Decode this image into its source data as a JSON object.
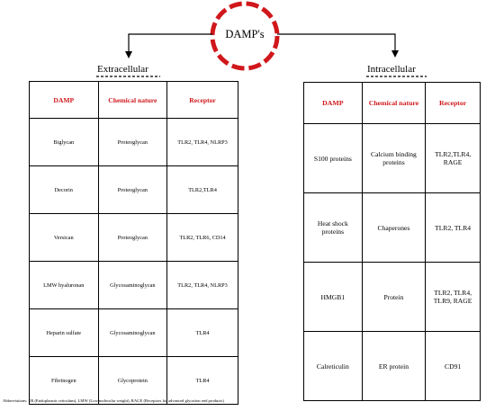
{
  "title": "DAMP's",
  "colors": {
    "accent": "#d0171b",
    "text": "#000000",
    "background": "#ffffff"
  },
  "extracellular": {
    "label": "Extracellular",
    "headers": [
      "DAMP",
      "Chemical nature",
      "Receptor"
    ],
    "rows": [
      [
        "Biglycan",
        "Proteoglycan",
        "TLR2, TLR4, NLRP3"
      ],
      [
        "Decorin",
        "Proteoglycan",
        "TLR2,TLR4"
      ],
      [
        "Versican",
        "Proteoglycan",
        "TLR2, TLR6, CD14"
      ],
      [
        "LMW hyaluronan",
        "Glycosaminoglycan",
        "TLR2, TLR4, NLRP3"
      ],
      [
        "Heparin sulfate",
        "Glycosaminoglycan",
        "TLR4"
      ],
      [
        "Fibrinogen",
        "Glycoprotein",
        "TLR4"
      ]
    ]
  },
  "intracellular": {
    "label": "Intracellular",
    "headers": [
      "DAMP",
      "Chemical nature",
      "Receptor"
    ],
    "rows": [
      [
        "S100 proteins",
        "Calcium binding proteins",
        "TLR2,TLR4, RAGE"
      ],
      [
        "Heat shock proteins",
        "Chaperones",
        "TLR2, TLR4"
      ],
      [
        "HMGB1",
        "Protein",
        "TLR2, TLR4, TLR9, RAGE"
      ],
      [
        "Calreticulin",
        "ER protein",
        "CD91"
      ]
    ]
  },
  "abbreviations": "Abbreviations: ER (Endoplasmic reticulum), LMW (Low molecular weight), RAGE (Receptors for advanced glycation end products)"
}
